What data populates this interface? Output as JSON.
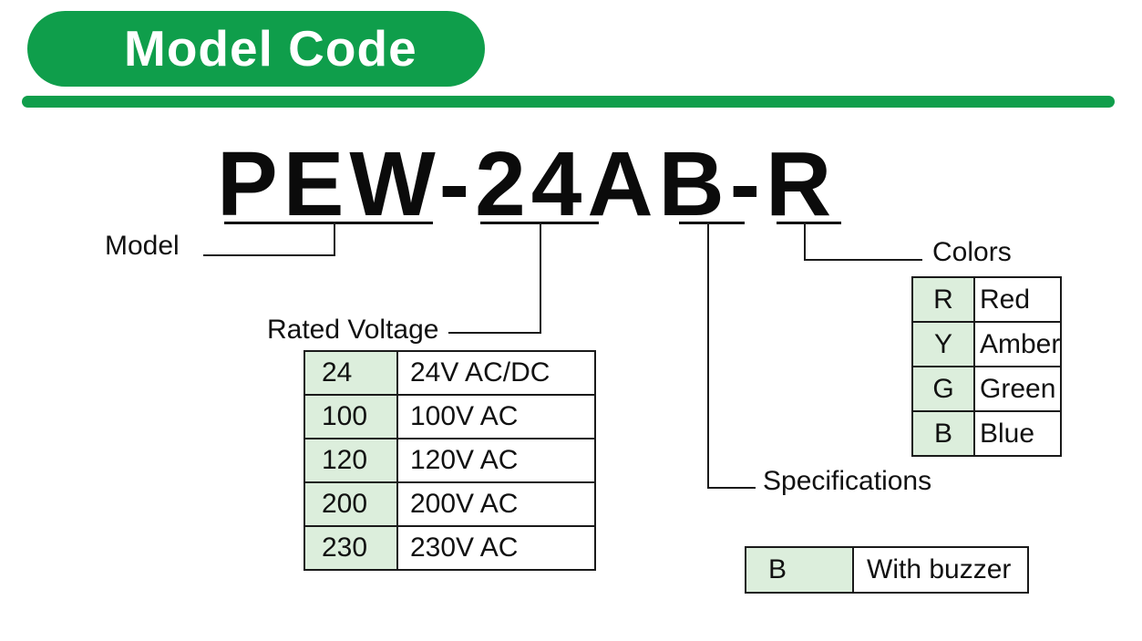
{
  "header": {
    "title": "Model Code"
  },
  "model_code": {
    "text": "PEW-24AB-R"
  },
  "callouts": {
    "model": "Model",
    "rated_voltage": "Rated Voltage",
    "specifications": "Specifications",
    "colors": "Colors"
  },
  "tables": {
    "rated_voltage": {
      "rows": [
        {
          "code": "24",
          "value": "24V AC/DC"
        },
        {
          "code": "100",
          "value": "100V AC"
        },
        {
          "code": "120",
          "value": "120V AC"
        },
        {
          "code": "200",
          "value": "200V AC"
        },
        {
          "code": "230",
          "value": "230V AC"
        }
      ]
    },
    "colors": {
      "rows": [
        {
          "code": "R",
          "value": "Red"
        },
        {
          "code": "Y",
          "value": "Amber"
        },
        {
          "code": "G",
          "value": "Green"
        },
        {
          "code": "B",
          "value": "Blue"
        }
      ]
    },
    "specifications": {
      "rows": [
        {
          "code": "B",
          "value": "With buzzer"
        }
      ]
    }
  },
  "theme": {
    "accent_green": "#0f9e4b",
    "cell_green": "#dceedc",
    "line_color": "#1a1a1a"
  }
}
